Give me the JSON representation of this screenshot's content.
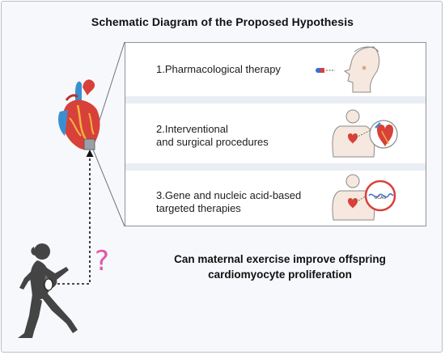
{
  "diagram": {
    "title": "Schematic Diagram of the Proposed Hypothesis",
    "therapies": [
      {
        "label": "1.Pharmacological therapy"
      },
      {
        "line1": "2.Interventional",
        "line2": "and surgical procedures"
      },
      {
        "line1": "3.Gene and nucleic acid-based",
        "line2": "targeted therapies"
      }
    ],
    "question": {
      "mark": "?",
      "line1": "Can maternal exercise improve offspring",
      "line2": "cardiomyocyte proliferation"
    },
    "strand_label": "UCAG"
  },
  "colors": {
    "heart_red": "#d8403a",
    "vessel_blue": "#3b8fd1",
    "question_pink": "#e05aa9",
    "silhouette": "#444444",
    "panel_bg": "#e9edf4"
  }
}
